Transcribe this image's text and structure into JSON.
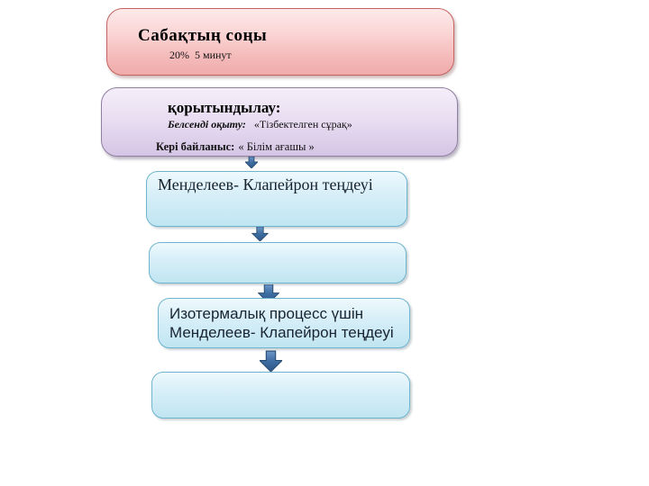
{
  "slide": {
    "background_color": "#ffffff",
    "lesson_end_box": {
      "title": "Сабақтың соңы",
      "duration": "20%  5 минут",
      "fill_top": "#fdeaea",
      "fill_bottom": "#f0abab",
      "border_color": "#c4625f"
    },
    "summary_box": {
      "title": "қорытындылау:",
      "active_learning_label": "Белсенді оқыту:",
      "active_learning_value": "«Тізбектелген сұрақ»",
      "feedback_label": "Кері байланыс:",
      "feedback_value": "« Білім ағашы »",
      "fill_top": "#f4eef9",
      "fill_bottom": "#d5c5e5",
      "border_color": "#8f7fa0"
    },
    "flowchart": {
      "connector_icon": "down-block-arrow-icon",
      "arrow_fill_color": "#3e6da3",
      "arrow_edge_color": "#26496e",
      "box_fill_top": "#eef9fd",
      "box_fill_bottom": "#c0e5f2",
      "box_border_color": "#6fb4cd",
      "steps": [
        {
          "label": "Менделеев- Клапейрон теңдеуі"
        },
        {
          "label": ""
        },
        {
          "label_line1": "Изотермалық процесс үшін",
          "label_line2": "Менделеев- Клапейрон теңдеуі"
        },
        {
          "label": ""
        }
      ]
    }
  }
}
